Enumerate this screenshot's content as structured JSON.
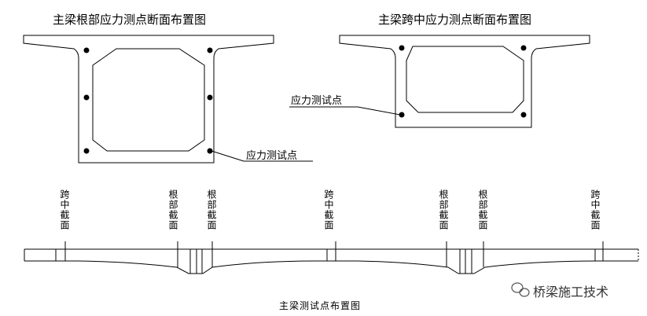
{
  "titles": {
    "root_section": "主梁根部应力测点断面布置图",
    "mid_section": "主梁跨中应力测点断面布置图",
    "elevation": "主梁测试点布置图"
  },
  "callouts": {
    "root_point": "应力测试点",
    "mid_point": "应力测试点"
  },
  "section_labels": [
    "跨中截面",
    "根部截面",
    "根部截面",
    "跨中截面",
    "根部截面",
    "根部截面",
    "跨中截面"
  ],
  "watermark": {
    "text": "桥梁施工技术",
    "icon": "wechat-icon"
  }
}
